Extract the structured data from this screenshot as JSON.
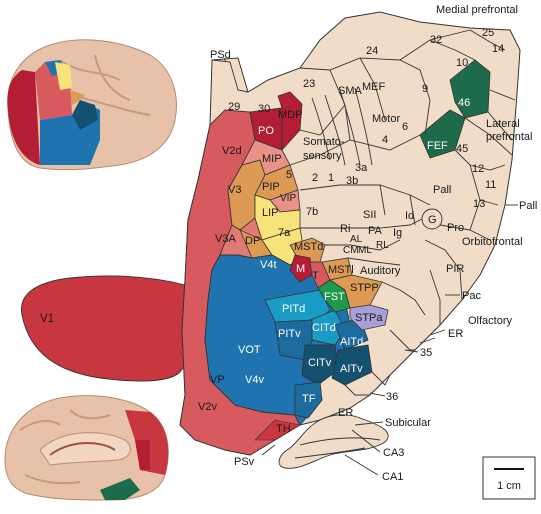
{
  "colors": {
    "tan": "#f1dcc8",
    "red": "#c8373f",
    "pink": "#d75a5e",
    "lightred": "#e07a72",
    "salmon": "#e89288",
    "darkred": "#b41e35",
    "orange": "#dc9a55",
    "yellow": "#f8e27a",
    "blue": "#1f74b0",
    "midblue": "#1b6b9c",
    "darkblue": "#14506f",
    "teal": "#1a9bc6",
    "green": "#1d9a4b",
    "darkgreen": "#1d6b4a",
    "lavender": "#a8a0d8",
    "brain": "#e8c2a8"
  },
  "regions": {
    "V1": "V1",
    "V2d": "V2d",
    "V2v": "V2v",
    "V3": "V3",
    "V3A": "V3A",
    "VP": "VP",
    "V4t": "V4t",
    "V4v": "V4v",
    "VOT": "VOT",
    "DP": "DP",
    "LIP": "LIP",
    "VIP": "VIP",
    "PIP": "PIP",
    "MIP": "MIP",
    "PO": "PO",
    "MDP": "MDP",
    "v7a": "7a",
    "v7b": "7b",
    "MSTd": "MSTd",
    "MSTl": "MSTl",
    "M": "M",
    "T": "T",
    "FST": "FST",
    "STPP": "STPP",
    "STPa": "STPa",
    "PITd": "PITd",
    "PITv": "PITv",
    "CITd": "CITd",
    "CITv": "CITv",
    "AITd": "AITd",
    "AITv": "AITv",
    "TF": "TF",
    "TH": "TH",
    "ER": "ER",
    "ER2": "ER",
    "n36": "36",
    "n35": "35",
    "PSd": "PSd",
    "PSv": "PSv",
    "n29": "29",
    "n30": "30",
    "n23": "23",
    "n24": "24",
    "n32": "32",
    "n25": "25",
    "n14": "14",
    "n10": "10",
    "n9": "9",
    "n46": "46",
    "n45": "45",
    "n12": "12",
    "n11": "11",
    "n13": "13",
    "FEF": "FEF",
    "SMA": "SMA",
    "MEF": "MEF",
    "n4": "4",
    "n6": "6",
    "Motor": "Motor",
    "Somato": "Somato-",
    "sensory": "sensory",
    "n5": "5",
    "n3a": "3a",
    "n3b": "3b",
    "n1": "1",
    "n2": "2",
    "SII": "SII",
    "Ri": "Ri",
    "PA": "PA",
    "Id": "Id",
    "Ig": "Ig",
    "AL": "AL",
    "CM": "CM",
    "ML": "ML",
    "RL": "RL",
    "G": "G",
    "Pro": "Pro",
    "Pall": "Pall",
    "PIR": "PIR",
    "Auditory": "Auditory"
  },
  "callouts": {
    "medial_prefrontal": "Medial prefrontal",
    "lateral": "Lateral",
    "prefrontal": "prefrontal",
    "pall": "Pall",
    "orbitofrontal": "Orbitofrontal",
    "pac": "Pac",
    "olfactory": "Olfactory",
    "er": "ER",
    "n35": "35",
    "n36": "36",
    "subicular": "Subicular",
    "ca3": "CA3",
    "ca1": "CA1",
    "psv": "PSv"
  },
  "scale_bar": {
    "label": "1 cm"
  }
}
